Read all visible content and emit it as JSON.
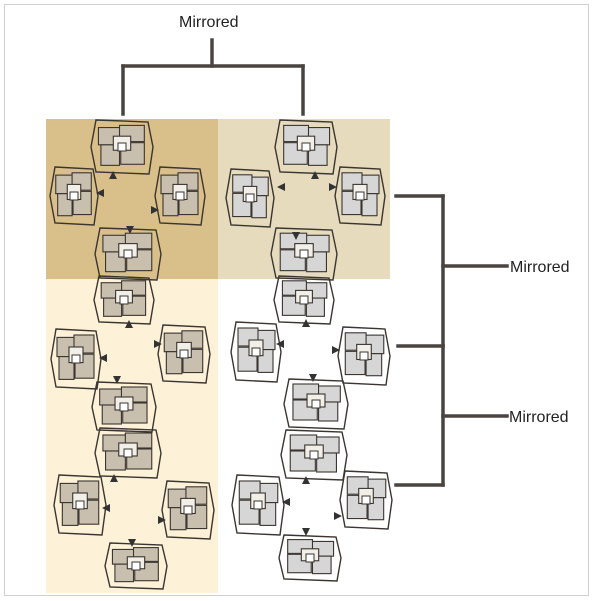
{
  "labels": {
    "top": "Mirrored",
    "right_upper": "Mirrored",
    "right_lower": "Mirrored"
  },
  "colors": {
    "panel_top_left": "#d9bf8a",
    "panel_top_right": "#e6dbbd",
    "panel_bottom_left": "#fdf1d8",
    "panel_bottom_right": "#ffffff",
    "bracket": "#4a4440",
    "tile_fill_warm": "#c9bfae",
    "tile_fill_grey": "#d6d6d6",
    "tile_stroke": "#3a3530"
  }
}
